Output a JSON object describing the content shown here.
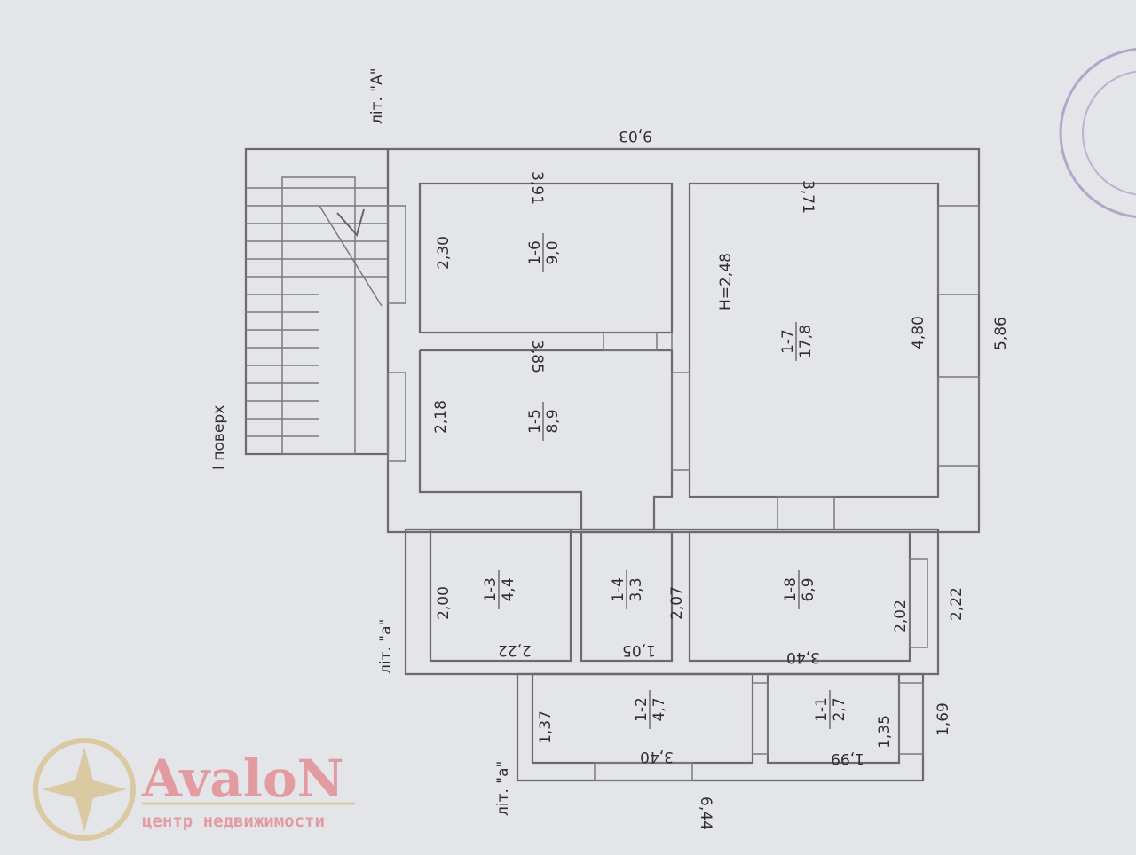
{
  "plan": {
    "floor_label": "I поверх",
    "lit_A": "літ. \"А\"",
    "lit_a": "літ. \"а\"",
    "lit_a1": "літ. \"а\"",
    "overall_width": "9,03",
    "overall_depth": "5,86",
    "overall_annex": "6,44",
    "ceiling_height": "H=2,48"
  },
  "rooms": [
    {
      "id": "1-6",
      "area": "9,0",
      "dims": [
        "3,91",
        "2,30"
      ]
    },
    {
      "id": "1-5",
      "area": "8,9",
      "dims": [
        "3,85",
        "2,18"
      ]
    },
    {
      "id": "1-7",
      "area": "17,8",
      "dims": [
        "3,71",
        "4,80"
      ]
    },
    {
      "id": "1-3",
      "area": "4,4",
      "dims": [
        "2,00",
        "2,22"
      ]
    },
    {
      "id": "1-4",
      "area": "3,3",
      "dims": [
        "2,07",
        "1,05"
      ]
    },
    {
      "id": "1-8",
      "area": "6,9",
      "dims": [
        "2,02",
        "3,40"
      ]
    },
    {
      "id": "1-2",
      "area": "4,7",
      "dims": [
        "1,37",
        "3,40"
      ]
    },
    {
      "id": "1-1",
      "area": "2,7",
      "dims": [
        "1,35",
        "1,99"
      ]
    }
  ],
  "extra_dims": {
    "annex_side": "2,22",
    "annex2_side": "1,69"
  },
  "watermark": {
    "brand": "AvaloN",
    "tagline": "центр недвижимости"
  },
  "colors": {
    "paper": "#e4e5e9",
    "lines": "#6a6a70",
    "brand": "#e0737a",
    "compass": "#d9c08a"
  }
}
